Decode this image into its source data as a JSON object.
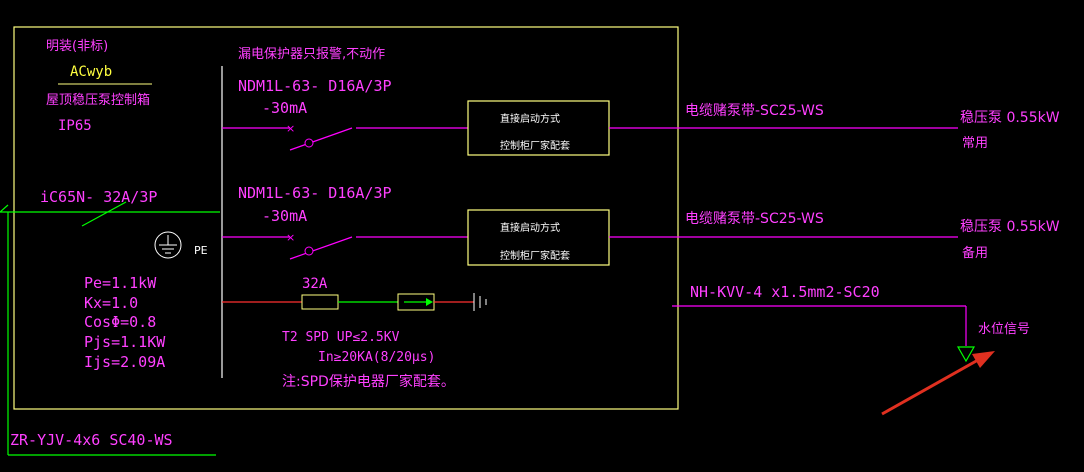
{
  "colors": {
    "background": "#000000",
    "frame": "#ffff80",
    "wire": "#ff00ff",
    "pe_wire": "#ff3030",
    "green": "#00ff00",
    "white": "#ffffff",
    "arrow": "#e03020",
    "cad_text": "#ff40ff"
  },
  "panel": {
    "type_line": "明装(非标)",
    "code": "ACwyb",
    "name": "屋顶稳压泵控制箱",
    "ip": "IP65"
  },
  "incoming": {
    "breaker": "iC65N- 32A/3P",
    "cable": "ZR-YJV-4x6  SC40-WS"
  },
  "pe_label": "PE",
  "load_calc": {
    "pe": "Pe=1.1kW",
    "kx": "Kx=1.0",
    "cos": "CosΦ=0.8",
    "pjs": "Pjs=1.1KW",
    "ijs": "Ijs=2.09A"
  },
  "note_leakage": "漏电保护器只报警,不动作",
  "circuits": [
    {
      "breaker": "NDM1L-63- D16A/3P",
      "leakage": "-30mA",
      "starter_line1": "直接启动方式",
      "starter_line2": "控制柜厂家配套",
      "cable": "电缆赌泵带-SC25-WS",
      "load": "稳压泵 0.55kW",
      "status": "常用"
    },
    {
      "breaker": "NDM1L-63- D16A/3P",
      "leakage": "-30mA",
      "starter_line1": "直接启动方式",
      "starter_line2": "控制柜厂家配套",
      "cable": "电缆赌泵带-SC25-WS",
      "load": "稳压泵 0.55kW",
      "status": "备用"
    }
  ],
  "spd": {
    "fuse": "32A",
    "line1": "T2 SPD  UP≤2.5KV",
    "line2": "In≥20KA(8/20μs)",
    "note": "注:SPD保护电器厂家配套。"
  },
  "signal": {
    "cable": "NH-KVV-4 x1.5mm2-SC20",
    "label": "水位信号"
  }
}
